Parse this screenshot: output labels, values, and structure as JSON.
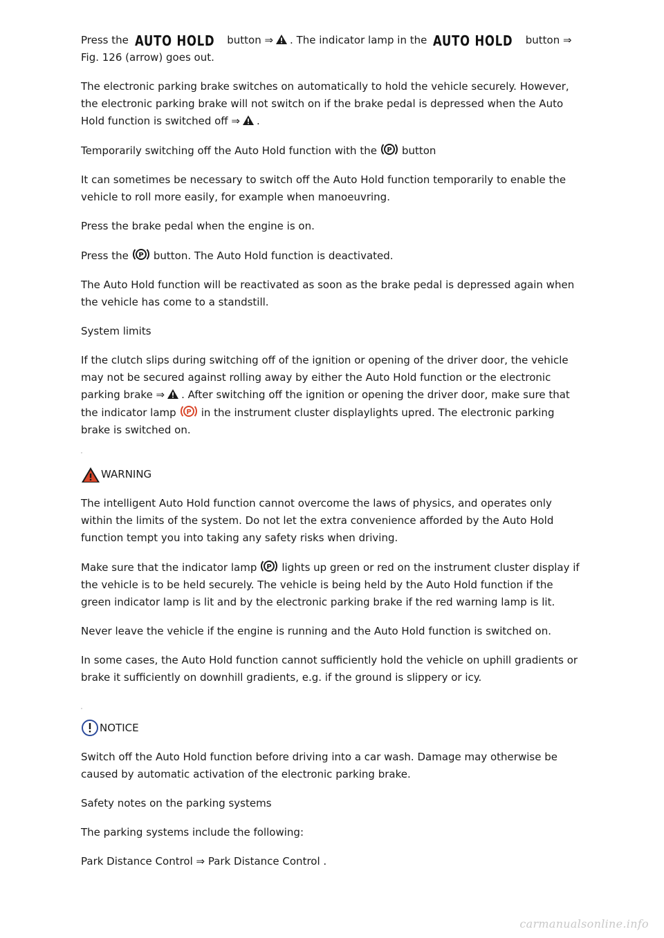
{
  "p1": {
    "a": "Press the",
    "badge1": "AUTO HOLD",
    "b": "button ⇒",
    "c": ". The indicator lamp in the",
    "badge2": "AUTO HOLD",
    "d": "button ⇒ Fig. 126 (arrow) goes out."
  },
  "p2": {
    "a": "The electronic parking brake switches on automatically to hold the vehicle securely. However, the electronic parking brake will not switch on if the brake pedal is depressed when the Auto Hold function is switched off ⇒",
    "b": "."
  },
  "p3": {
    "a": "Temporarily switching off the Auto Hold function with the",
    "b": "button"
  },
  "p4": "It can sometimes be necessary to switch off the Auto Hold function temporarily to enable the vehicle to roll more easily, for example when manoeuvring.",
  "p5": "Press the brake pedal when the engine is on.",
  "p6": {
    "a": "Press the",
    "b": "button. The Auto Hold function is deactivated."
  },
  "p7": "The Auto Hold function will be reactivated as soon as the brake pedal is depressed again when the vehicle has come to a standstill.",
  "p8": "System limits",
  "p9": {
    "a": "If the clutch slips during switching off of the ignition or opening of the driver door, the vehicle may not be secured against rolling away by either the Auto Hold function or the electronic parking brake ⇒",
    "b": ". After switching off the ignition or opening the driver door, make sure that the indicator lamp",
    "c": "in the instrument cluster displaylights upred. The electronic parking brake is switched on."
  },
  "warning": {
    "title": "WARNING",
    "p1": "The intelligent Auto Hold function cannot overcome the laws of physics, and operates only within the limits of the system. Do not let the extra convenience afforded by the Auto Hold function tempt you into taking any safety risks when driving.",
    "p2a": "Make sure that the indicator lamp",
    "p2b": "lights up green or red on the instrument cluster display if the vehicle is to be held securely. The vehicle is being held by the Auto Hold function if the green indicator lamp is lit and by the electronic parking brake if the red warning lamp is lit.",
    "p3": "Never leave the vehicle if the engine is running and the Auto Hold function is switched on.",
    "p4": "In some cases, the Auto Hold function cannot sufficiently hold the vehicle on uphill gradients or brake it sufficiently on downhill gradients, e.g. if the ground is slippery or icy."
  },
  "notice": {
    "title": "NOTICE",
    "p1": "Switch off the Auto Hold function before driving into a car wash. Damage may otherwise be caused by automatic activation of the electronic parking brake."
  },
  "p10": "Safety notes on the parking systems",
  "p11": "The parking systems include the following:",
  "p12": "Park Distance Control ⇒ Park Distance Control .",
  "watermark": "carmanualsonline.info",
  "colors": {
    "warning_triangle": "#1a1a1a",
    "warning_icon_red": "#d9472b",
    "notice_icon": "#2b4a9b",
    "text": "#1a1a1a"
  }
}
